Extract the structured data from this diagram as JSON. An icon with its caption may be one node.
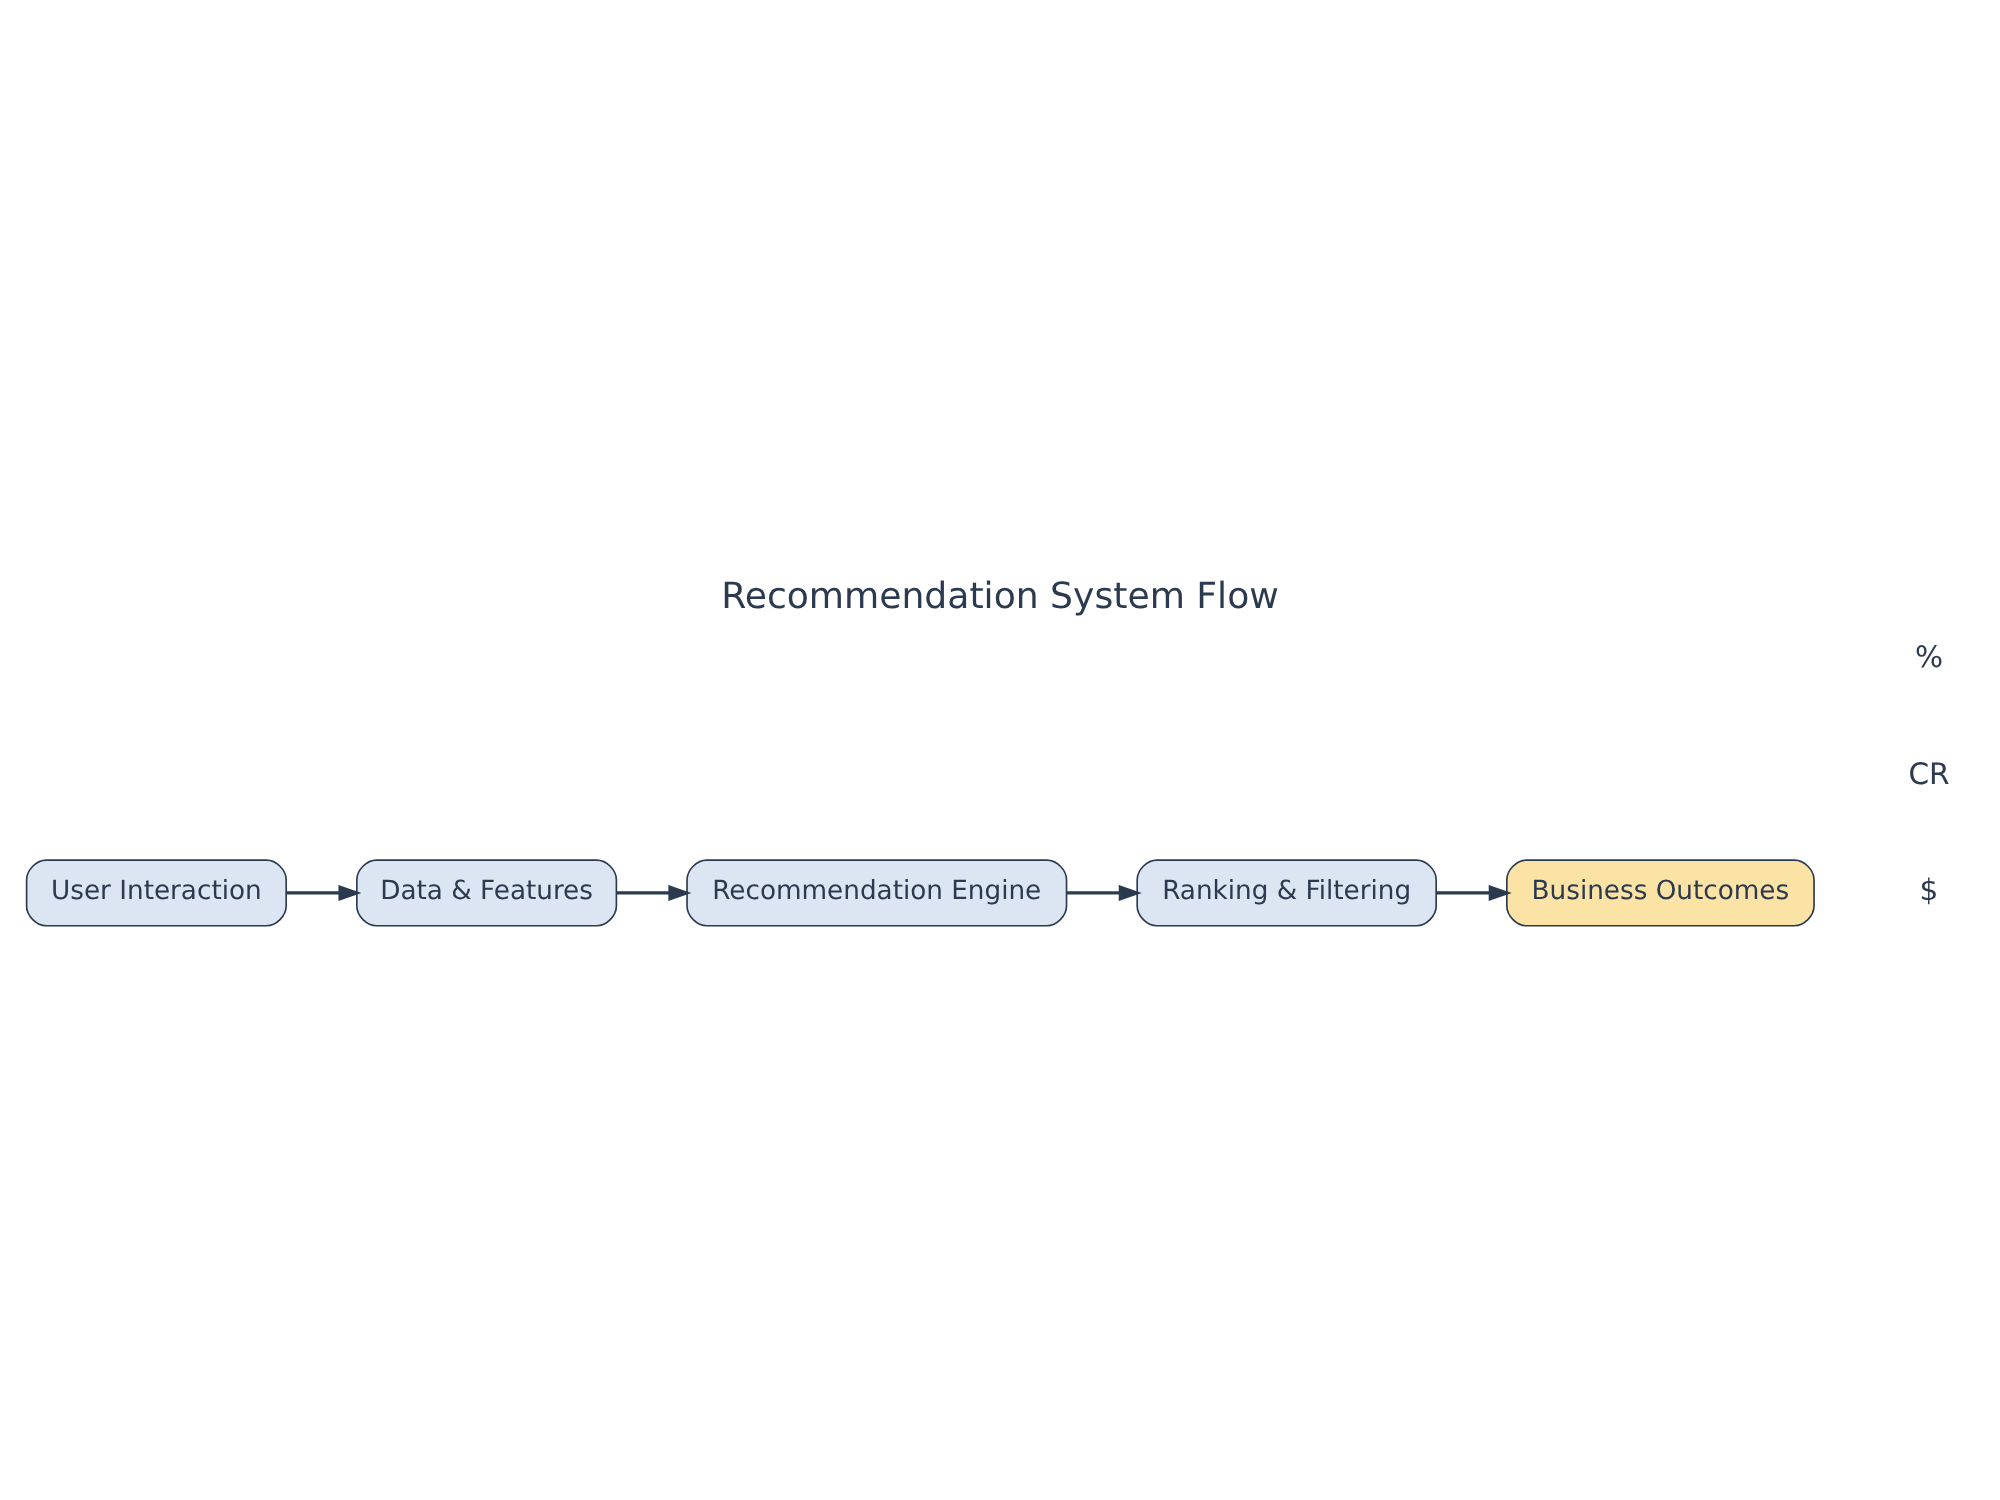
{
  "diagram": {
    "title": "Recommendation System Flow",
    "nodes": [
      {
        "text": [
          "User Interaction"
        ]
      },
      {
        "text": [
          "Data & Features"
        ]
      },
      {
        "text": [
          "Recommendation Engine"
        ]
      },
      {
        "text": [
          "Ranking & Filtering"
        ]
      },
      {
        "text": [
          "Business Outcomes"
        ]
      }
    ],
    "edges": [
      {
        "from": 0,
        "to": 1,
        "arrow": "to"
      },
      {
        "from": 1,
        "to": 2,
        "arrow": "to"
      },
      {
        "from": 2,
        "to": 3,
        "arrow": "to"
      },
      {
        "from": 3,
        "to": 4,
        "arrow": "to"
      }
    ],
    "labels": [
      "$",
      "CR",
      "%"
    ]
  }
}
